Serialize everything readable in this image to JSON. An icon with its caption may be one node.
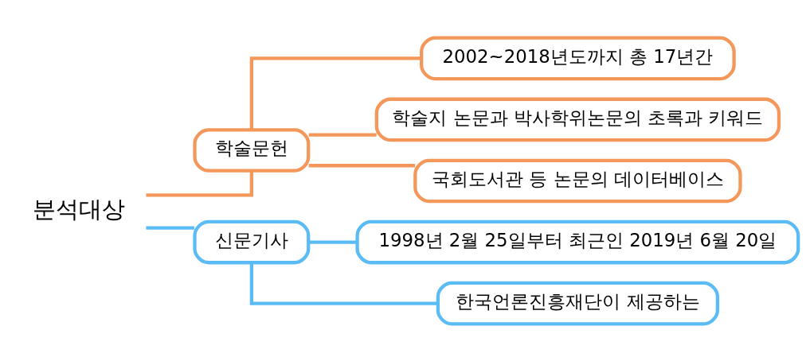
{
  "diagram": {
    "nodes": [
      {
        "text": [
          "분석대상"
        ]
      },
      {
        "text": [
          "학술문헌"
        ]
      },
      {
        "text": [
          "2002~2018년도까지 총 17년간"
        ]
      },
      {
        "text": [
          "학술지 논문과 박사학위논문의 초록과 키워드"
        ]
      },
      {
        "text": [
          "국회도서관 등 논문의 데이터베이스"
        ]
      },
      {
        "text": [
          "신문기사"
        ]
      },
      {
        "text": [
          "1998년 2월 25일부터 최근인 2019년 6월 20일"
        ]
      },
      {
        "text": [
          "한국언론진흥재단이 제공하는"
        ]
      }
    ],
    "edges": [
      {
        "from": 0,
        "to": 1,
        "arrow": "none"
      },
      {
        "from": 1,
        "to": 2,
        "arrow": "none"
      },
      {
        "from": 1,
        "to": 3,
        "arrow": "none"
      },
      {
        "from": 1,
        "to": 4,
        "arrow": "none"
      },
      {
        "from": 0,
        "to": 5,
        "arrow": "none",
        "color": "#5bbcf5"
      },
      {
        "from": 5,
        "to": 6,
        "arrow": "none",
        "color": "#5bbcf5"
      },
      {
        "from": 5,
        "to": 7,
        "arrow": "none",
        "color": "#5bbcf5"
      }
    ]
  }
}
